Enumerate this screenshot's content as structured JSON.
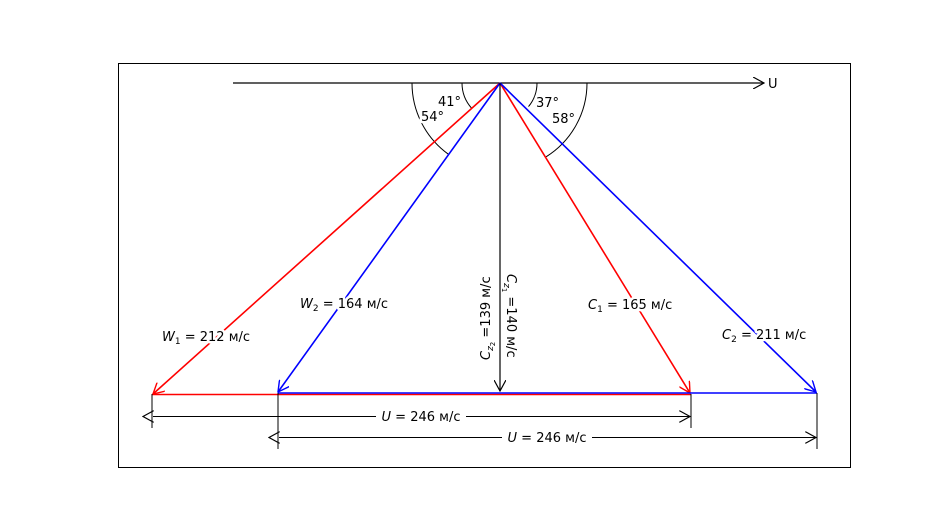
{
  "diagram": {
    "axis_label": "U",
    "colors": {
      "red": "#ff0000",
      "blue": "#0000ff",
      "black": "#000000"
    },
    "angles": {
      "a1": "41°",
      "a2": "54°",
      "a3": "37°",
      "a4": "58°"
    },
    "vectors": {
      "w1": {
        "sym": "W",
        "sub": "1",
        "rest": " = 212 м/с"
      },
      "w2": {
        "sym": "W",
        "sub": "2",
        "rest": " = 164 м/с"
      },
      "c1": {
        "sym": "C",
        "sub": "1",
        "rest": " = 165 м/с"
      },
      "c2": {
        "sym": "C",
        "sub": "2",
        "rest": " = 211 м/с"
      },
      "cz2": {
        "sym": "C",
        "sub": "z",
        "subsub": "2",
        "rest": " =139 м/с"
      },
      "cz1": {
        "sym": "C",
        "sub": "z",
        "subsub": "1",
        "rest": " =140 м/с"
      }
    },
    "dims": {
      "u1": {
        "sym": "U",
        "rest": " = 246 м/с"
      },
      "u2": {
        "sym": "U",
        "rest": " = 246 м/с"
      }
    }
  }
}
